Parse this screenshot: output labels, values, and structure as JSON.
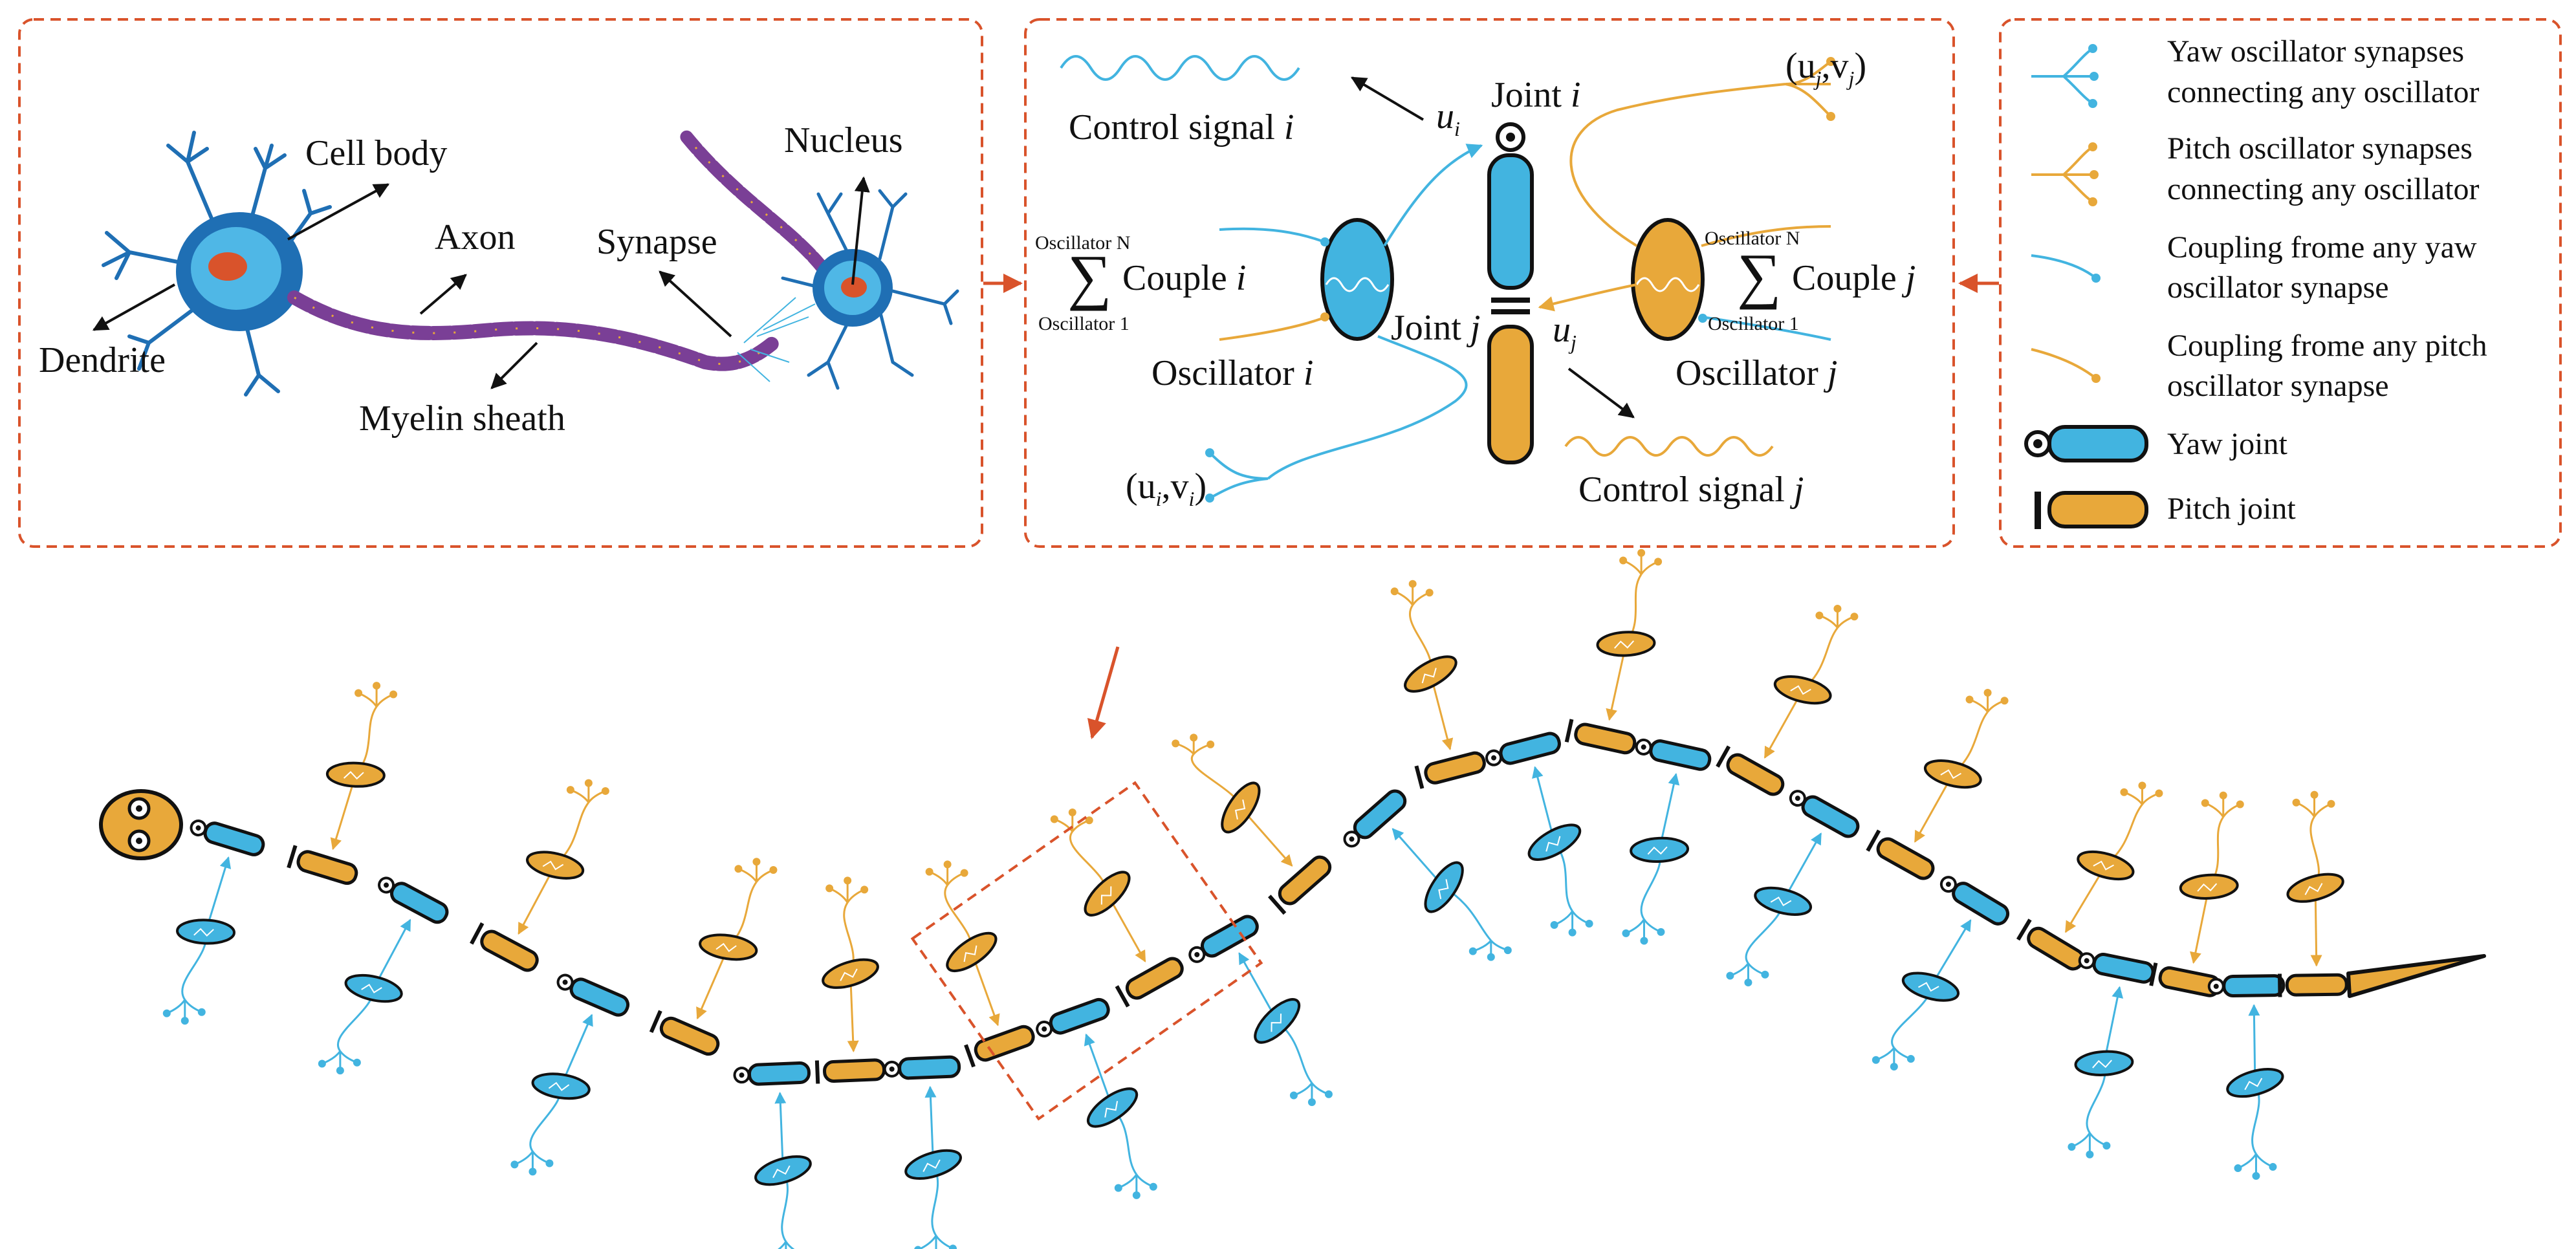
{
  "colors": {
    "yaw": "#42b4e0",
    "pitch": "#e8a83a",
    "neuron": "#1f6fb4",
    "nucleus": "#d9532b",
    "myelin": "#7a3f96",
    "frame": "#d9532b",
    "outline": "#111111"
  },
  "neuron_panel": {
    "cell_body": "Cell body",
    "axon": "Axon",
    "nucleus": "Nucleus",
    "synapse": "Synapse",
    "dendrite": "Dendrite",
    "myelin_sheath": "Myelin sheath"
  },
  "joint_panel": {
    "control_i": "Control signal",
    "control_i_var": "i",
    "control_j": "Control signal",
    "control_j_var": "j",
    "joint_i": "Joint",
    "joint_i_var": "i",
    "joint_j": "Joint",
    "joint_j_var": "j",
    "u_i": "u",
    "u_i_sub": "i",
    "u_j": "u",
    "u_j_sub": "j",
    "uv_i": "(u",
    "uv_i_mid": ",v",
    "uv_i_end": ")",
    "uv_i_sub": "i",
    "uv_j": "(u",
    "uv_j_mid": ",v",
    "uv_j_end": ")",
    "uv_j_sub": "j",
    "couple_i": "Couple",
    "couple_i_var": "i",
    "couple_j": "Couple",
    "couple_j_var": "j",
    "sum_top": "Oscillator N",
    "sum_bottom": "Oscillator 1",
    "sigma": "∑",
    "osc_i": "Oscillator",
    "osc_i_var": "i",
    "osc_j": "Oscillator",
    "osc_j_var": "j"
  },
  "legend": {
    "items": [
      {
        "line1": "Yaw oscillator synapses",
        "line2": "connecting any oscillator"
      },
      {
        "line1": "Pitch oscillator synapses",
        "line2": "connecting any oscillator"
      },
      {
        "line1": "Coupling frome any yaw",
        "line2": "oscillator synapse"
      },
      {
        "line1": "Coupling frome any pitch",
        "line2": "oscillator synapse"
      },
      {
        "line1": "Yaw joint"
      },
      {
        "line1": "Pitch joint"
      }
    ]
  },
  "snake": {
    "segments": [
      "yaw",
      "pitch",
      "yaw",
      "pitch",
      "yaw",
      "pitch",
      "yaw",
      "pitch",
      "yaw",
      "pitch",
      "yaw",
      "pitch",
      "yaw",
      "pitch",
      "yaw",
      "pitch",
      "yaw",
      "pitch",
      "yaw",
      "pitch",
      "yaw",
      "pitch",
      "yaw",
      "pitch",
      "yaw",
      "pitch",
      "yaw",
      "pitch"
    ]
  }
}
